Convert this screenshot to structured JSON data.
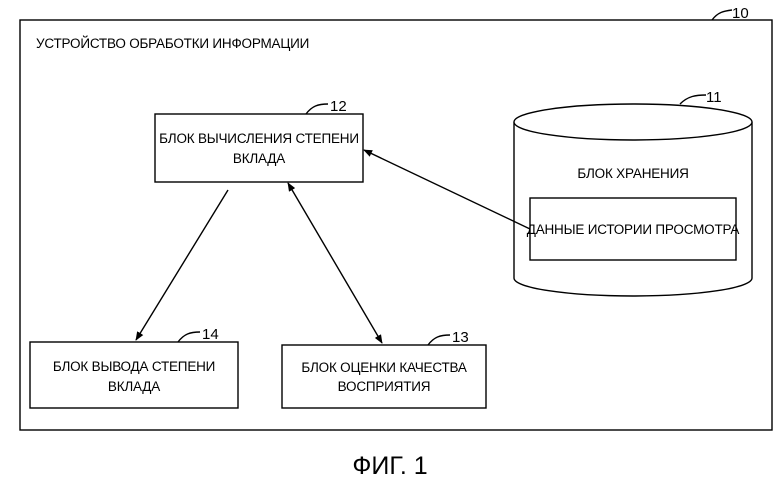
{
  "device": {
    "ref": "10",
    "title": "УСТРОЙСТВО ОБРАБОТКИ ИНФОРМАЦИИ"
  },
  "blocks": {
    "storage": {
      "ref": "11",
      "label": "БЛОК ХРАНЕНИЯ",
      "inner_label": "ДАННЫЕ ИСТОРИИ ПРОСМОТРА"
    },
    "contribution_calc": {
      "ref": "12",
      "line1": "БЛОК ВЫЧИСЛЕНИЯ СТЕПЕНИ",
      "line2": "ВКЛАДА"
    },
    "quality_eval": {
      "ref": "13",
      "line1": "БЛОК ОЦЕНКИ КАЧЕСТВА",
      "line2": "ВОСПРИЯТИЯ"
    },
    "contribution_out": {
      "ref": "14",
      "line1": "БЛОК ВЫВОДА СТЕПЕНИ",
      "line2": "ВКЛАДА"
    }
  },
  "caption": "ФИГ. 1"
}
